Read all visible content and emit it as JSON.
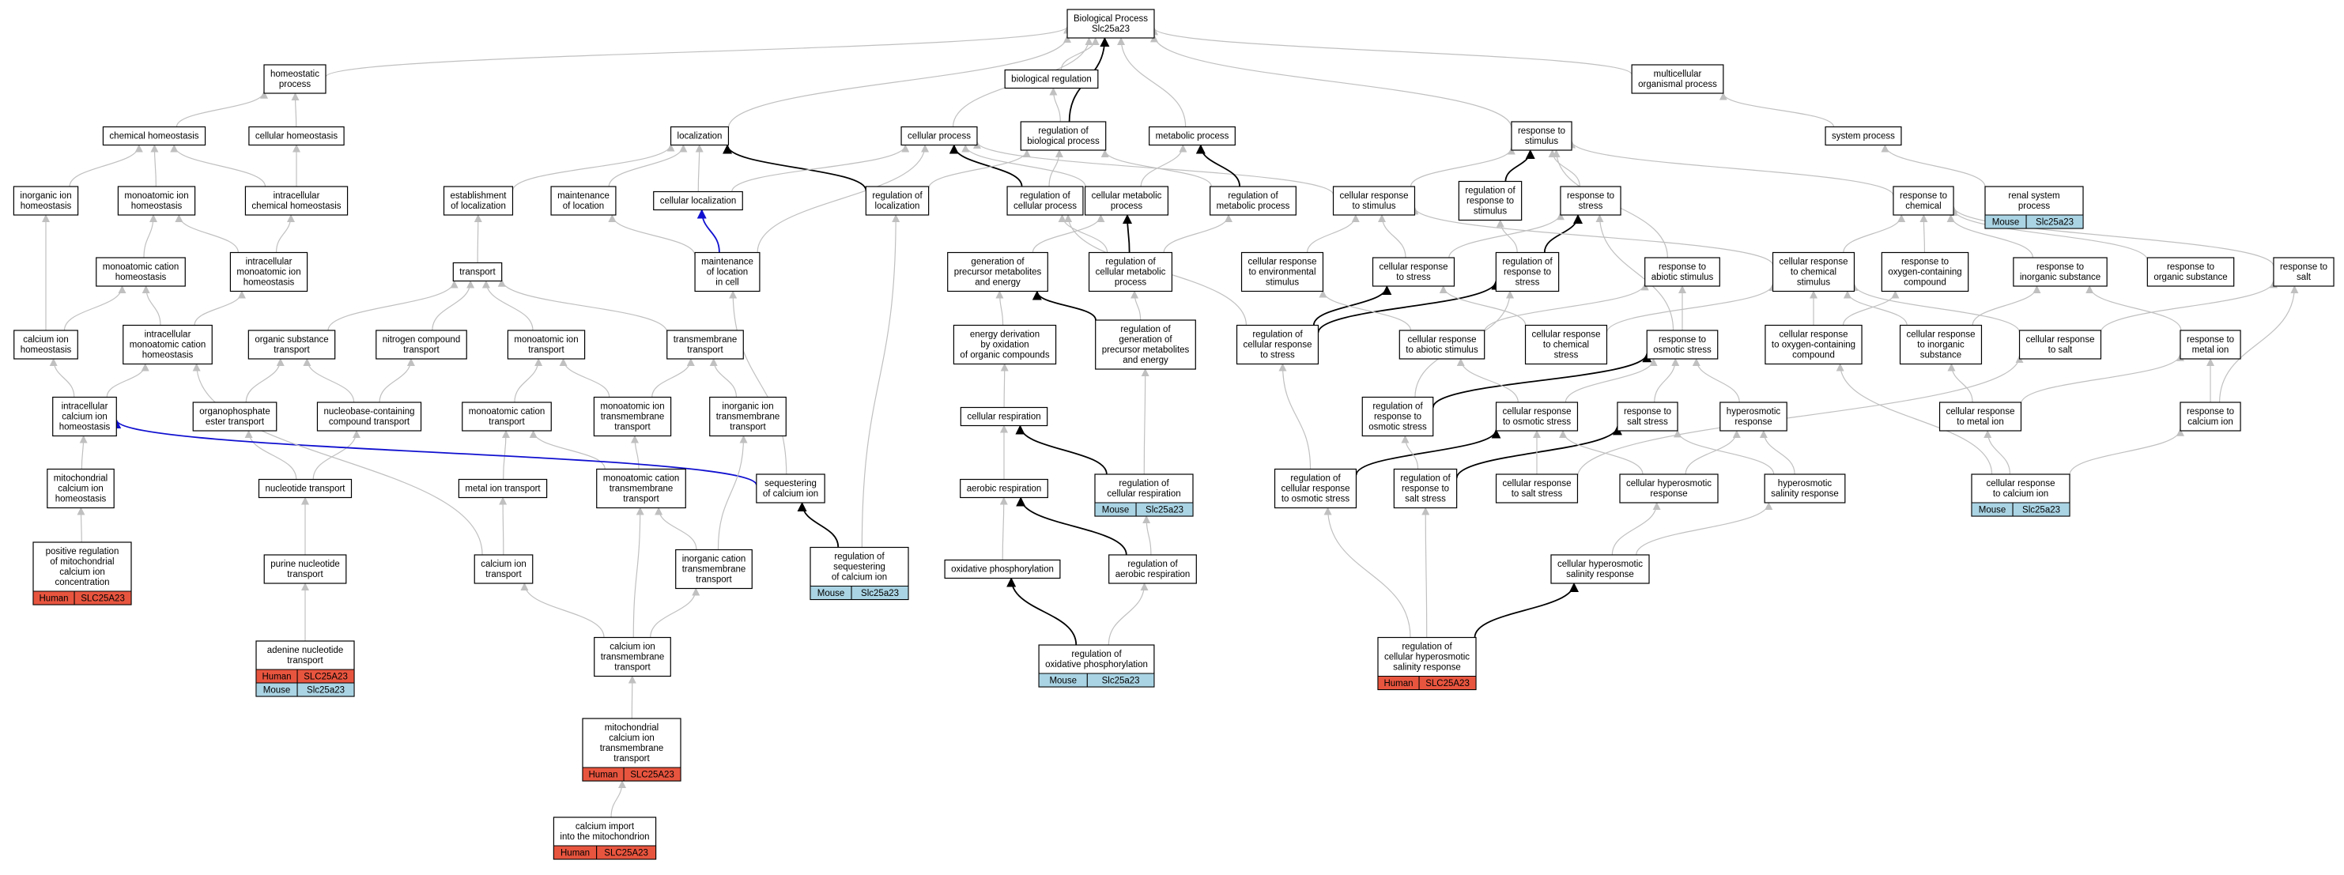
{
  "colors": {
    "human": "#e8553f",
    "mouse": "#aad4e4",
    "edge_gray": "#c0c0c0",
    "edge_black": "#000000",
    "edge_blue": "#1010d0",
    "node_border": "#000000",
    "node_fill": "#ffffff"
  },
  "species": {
    "human_label": "Human",
    "human_gene": "SLC25A23",
    "mouse_label": "Mouse",
    "mouse_gene": "Slc25a23"
  },
  "nodes": [
    {
      "id": "root",
      "lines": [
        "Biological Process",
        "Slc25a23"
      ]
    },
    {
      "id": "homeostatic",
      "lines": [
        "homeostatic",
        "process"
      ]
    },
    {
      "id": "bioreg",
      "lines": [
        "biological regulation"
      ]
    },
    {
      "id": "multicell",
      "lines": [
        "multicellular",
        "organismal process"
      ]
    },
    {
      "id": "chemhomeo",
      "lines": [
        "chemical homeostasis"
      ]
    },
    {
      "id": "cellhomeo",
      "lines": [
        "cellular homeostasis"
      ]
    },
    {
      "id": "localization",
      "lines": [
        "localization"
      ]
    },
    {
      "id": "cellproc",
      "lines": [
        "cellular process"
      ]
    },
    {
      "id": "regbio",
      "lines": [
        "regulation of",
        "biological process"
      ]
    },
    {
      "id": "metabproc",
      "lines": [
        "metabolic process"
      ]
    },
    {
      "id": "respstim",
      "lines": [
        "response to",
        "stimulus"
      ]
    },
    {
      "id": "sysproc",
      "lines": [
        "system process"
      ]
    },
    {
      "id": "inorghomeo",
      "lines": [
        "inorganic ion",
        "homeostasis"
      ]
    },
    {
      "id": "monohomeo",
      "lines": [
        "monoatomic ion",
        "homeostasis"
      ]
    },
    {
      "id": "intrachem",
      "lines": [
        "intracellular",
        "chemical homeostasis"
      ]
    },
    {
      "id": "estloc",
      "lines": [
        "establishment",
        "of localization"
      ]
    },
    {
      "id": "maintloc",
      "lines": [
        "maintenance",
        "of location"
      ]
    },
    {
      "id": "cellloc",
      "lines": [
        "cellular localization"
      ]
    },
    {
      "id": "regloc",
      "lines": [
        "regulation of",
        "localization"
      ]
    },
    {
      "id": "regcell",
      "lines": [
        "regulation of",
        "cellular process"
      ]
    },
    {
      "id": "cellmetab",
      "lines": [
        "cellular metabolic",
        "process"
      ]
    },
    {
      "id": "regmetab",
      "lines": [
        "regulation of",
        "metabolic process"
      ]
    },
    {
      "id": "cellrespstim",
      "lines": [
        "cellular response",
        "to stimulus"
      ]
    },
    {
      "id": "regrespstim",
      "lines": [
        "regulation of",
        "response to",
        "stimulus"
      ]
    },
    {
      "id": "respstress",
      "lines": [
        "response to",
        "stress"
      ]
    },
    {
      "id": "respchem",
      "lines": [
        "response to",
        "chemical"
      ]
    },
    {
      "id": "renal",
      "lines": [
        "renal system",
        "process"
      ],
      "tag": "mouse"
    },
    {
      "id": "monocathomeo",
      "lines": [
        "monoatomic cation",
        "homeostasis"
      ]
    },
    {
      "id": "intramonoion",
      "lines": [
        "intracellular",
        "monoatomic ion",
        "homeostasis"
      ]
    },
    {
      "id": "transport",
      "lines": [
        "transport"
      ]
    },
    {
      "id": "maintloccell",
      "lines": [
        "maintenance",
        "of location",
        "in cell"
      ]
    },
    {
      "id": "genprecursor",
      "lines": [
        "generation of",
        "precursor metabolites",
        "and energy"
      ]
    },
    {
      "id": "regcellmetab",
      "lines": [
        "regulation of",
        "cellular metabolic",
        "process"
      ]
    },
    {
      "id": "cellrespenv",
      "lines": [
        "cellular response",
        "to environmental",
        "stimulus"
      ]
    },
    {
      "id": "cellrespstress",
      "lines": [
        "cellular response",
        "to stress"
      ]
    },
    {
      "id": "regrespstress",
      "lines": [
        "regulation of",
        "response to",
        "stress"
      ]
    },
    {
      "id": "respabiotic",
      "lines": [
        "response to",
        "abiotic stimulus"
      ]
    },
    {
      "id": "cellrespchem",
      "lines": [
        "cellular response",
        "to chemical",
        "stimulus"
      ]
    },
    {
      "id": "respoxy",
      "lines": [
        "response to",
        "oxygen-containing",
        "compound"
      ]
    },
    {
      "id": "respinorg",
      "lines": [
        "response to",
        "inorganic substance"
      ]
    },
    {
      "id": "resporg",
      "lines": [
        "response to",
        "organic substance"
      ]
    },
    {
      "id": "respsalt",
      "lines": [
        "response to",
        "salt"
      ]
    },
    {
      "id": "calhomeo",
      "lines": [
        "calcium ion",
        "homeostasis"
      ]
    },
    {
      "id": "intramonocat",
      "lines": [
        "intracellular",
        "monoatomic cation",
        "homeostasis"
      ]
    },
    {
      "id": "orgsubst",
      "lines": [
        "organic substance",
        "transport"
      ]
    },
    {
      "id": "nitrogen",
      "lines": [
        "nitrogen compound",
        "transport"
      ]
    },
    {
      "id": "monoiontrans",
      "lines": [
        "monoatomic ion",
        "transport"
      ]
    },
    {
      "id": "transmem",
      "lines": [
        "transmembrane",
        "transport"
      ]
    },
    {
      "id": "energyderiv",
      "lines": [
        "energy derivation",
        "by oxidation",
        "of organic compounds"
      ]
    },
    {
      "id": "reggenprec",
      "lines": [
        "regulation of",
        "generation of",
        "precursor metabolites",
        "and energy"
      ]
    },
    {
      "id": "regcellrespstress",
      "lines": [
        "regulation of",
        "cellular response",
        "to stress"
      ]
    },
    {
      "id": "cellrespabiotic",
      "lines": [
        "cellular response",
        "to abiotic stimulus"
      ]
    },
    {
      "id": "cellrespchemstress",
      "lines": [
        "cellular response",
        "to chemical",
        "stress"
      ]
    },
    {
      "id": "resposmotic",
      "lines": [
        "response to",
        "osmotic stress"
      ]
    },
    {
      "id": "cellrespoxy",
      "lines": [
        "cellular response",
        "to oxygen-containing",
        "compound"
      ]
    },
    {
      "id": "cellrespinorg",
      "lines": [
        "cellular response",
        "to inorganic",
        "substance"
      ]
    },
    {
      "id": "cellrespsalt",
      "lines": [
        "cellular response",
        "to salt"
      ]
    },
    {
      "id": "respmetal",
      "lines": [
        "response to",
        "metal ion"
      ]
    },
    {
      "id": "intracalhomeo",
      "lines": [
        "intracellular",
        "calcium ion",
        "homeostasis"
      ]
    },
    {
      "id": "organophos",
      "lines": [
        "organophosphate",
        "ester transport"
      ]
    },
    {
      "id": "nucleobase",
      "lines": [
        "nucleobase-containing",
        "compound transport"
      ]
    },
    {
      "id": "monocattrans",
      "lines": [
        "monoatomic cation",
        "transport"
      ]
    },
    {
      "id": "monoiontmt",
      "lines": [
        "monoatomic ion",
        "transmembrane",
        "transport"
      ]
    },
    {
      "id": "inorgiontmt",
      "lines": [
        "inorganic ion",
        "transmembrane",
        "transport"
      ]
    },
    {
      "id": "cellresp",
      "lines": [
        "cellular respiration"
      ]
    },
    {
      "id": "regosmotic",
      "lines": [
        "regulation of",
        "response to",
        "osmotic stress"
      ]
    },
    {
      "id": "cellresposmotic",
      "lines": [
        "cellular response",
        "to osmotic stress"
      ]
    },
    {
      "id": "respsaltstress",
      "lines": [
        "response to",
        "salt stress"
      ]
    },
    {
      "id": "hyperosmotic",
      "lines": [
        "hyperosmotic",
        "response"
      ]
    },
    {
      "id": "cellrespmetal",
      "lines": [
        "cellular response",
        "to metal ion"
      ]
    },
    {
      "id": "respcalcium",
      "lines": [
        "response to",
        "calcium ion"
      ]
    },
    {
      "id": "mitocalhomeo",
      "lines": [
        "mitochondrial",
        "calcium ion",
        "homeostasis"
      ]
    },
    {
      "id": "nucleotide",
      "lines": [
        "nucleotide transport"
      ]
    },
    {
      "id": "metalion",
      "lines": [
        "metal ion transport"
      ]
    },
    {
      "id": "monocattmt",
      "lines": [
        "monoatomic cation",
        "transmembrane",
        "transport"
      ]
    },
    {
      "id": "sequestering",
      "lines": [
        "sequestering",
        "of calcium ion"
      ]
    },
    {
      "id": "aerobic",
      "lines": [
        "aerobic respiration"
      ]
    },
    {
      "id": "regcellresp",
      "lines": [
        "regulation of",
        "cellular respiration"
      ],
      "tag": "mouse"
    },
    {
      "id": "regcellosm",
      "lines": [
        "regulation of",
        "cellular response",
        "to osmotic stress"
      ]
    },
    {
      "id": "regsaltstress",
      "lines": [
        "regulation of",
        "response to",
        "salt stress"
      ]
    },
    {
      "id": "cellrespsaltstress",
      "lines": [
        "cellular response",
        "to salt stress"
      ]
    },
    {
      "id": "cellhyperosm",
      "lines": [
        "cellular hyperosmotic",
        "response"
      ]
    },
    {
      "id": "hypersalinity",
      "lines": [
        "hyperosmotic",
        "salinity response"
      ]
    },
    {
      "id": "cellrespcal",
      "lines": [
        "cellular response",
        "to calcium ion"
      ],
      "tag": "mouse"
    },
    {
      "id": "posreg",
      "lines": [
        "positive regulation",
        "of mitochondrial",
        "calcium ion",
        "concentration"
      ],
      "tag": "human"
    },
    {
      "id": "purine",
      "lines": [
        "purine nucleotide",
        "transport"
      ]
    },
    {
      "id": "caliontrans",
      "lines": [
        "calcium ion",
        "transport"
      ]
    },
    {
      "id": "inorgcattmt",
      "lines": [
        "inorganic cation",
        "transmembrane",
        "transport"
      ]
    },
    {
      "id": "regseq",
      "lines": [
        "regulation of",
        "sequestering",
        "of calcium ion"
      ],
      "tag": "mouse"
    },
    {
      "id": "oxphos",
      "lines": [
        "oxidative phosphorylation"
      ]
    },
    {
      "id": "regaerobic",
      "lines": [
        "regulation of",
        "aerobic respiration"
      ]
    },
    {
      "id": "cellhypersalinity",
      "lines": [
        "cellular hyperosmotic",
        "salinity response"
      ]
    },
    {
      "id": "adenine",
      "lines": [
        "adenine nucleotide",
        "transport"
      ],
      "tag": "both"
    },
    {
      "id": "caliontmt",
      "lines": [
        "calcium ion",
        "transmembrane",
        "transport"
      ]
    },
    {
      "id": "regoxphos",
      "lines": [
        "regulation of",
        "oxidative phosphorylation"
      ],
      "tag": "mouse"
    },
    {
      "id": "regcellhyper",
      "lines": [
        "regulation of",
        "cellular hyperosmotic",
        "salinity response"
      ],
      "tag": "human"
    },
    {
      "id": "mitocaltmt",
      "lines": [
        "mitochondrial",
        "calcium ion",
        "transmembrane",
        "transport"
      ],
      "tag": "human"
    },
    {
      "id": "calimport",
      "lines": [
        "calcium import",
        "into the mitochondrion"
      ],
      "tag": "human"
    }
  ]
}
